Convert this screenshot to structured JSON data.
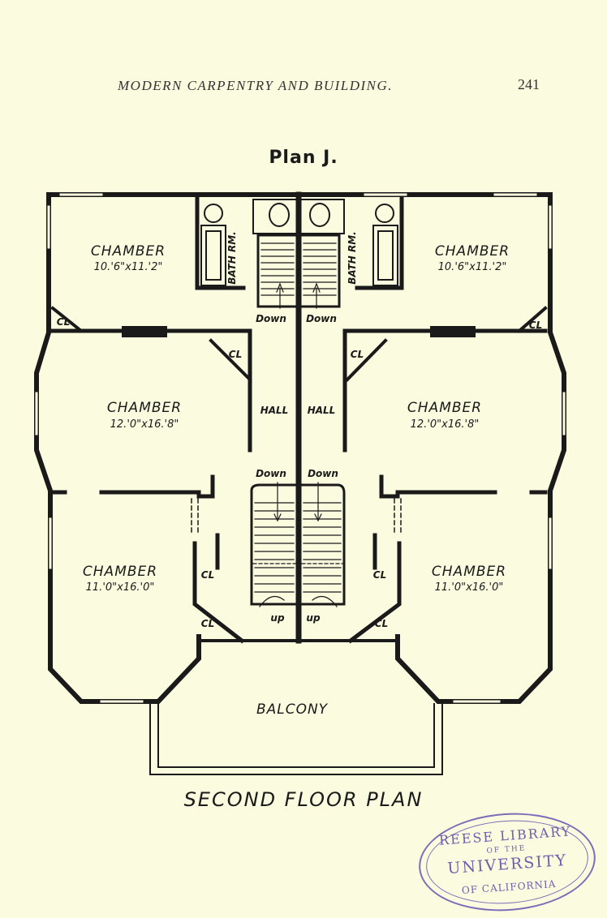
{
  "header": {
    "running_title": "MODERN CARPENTRY AND BUILDING.",
    "page_number": "241"
  },
  "plan_title": "Plan J.",
  "rooms": {
    "chamber_nw": {
      "name": "CHAMBER",
      "dims": "10.'6\"x11.'2\""
    },
    "chamber_ne": {
      "name": "CHAMBER",
      "dims": "10.'6\"x11.'2\""
    },
    "chamber_mw": {
      "name": "CHAMBER",
      "dims": "12.'0\"x16.'8\""
    },
    "chamber_me": {
      "name": "CHAMBER",
      "dims": "12.'0\"x16.'8\""
    },
    "chamber_sw": {
      "name": "CHAMBER",
      "dims": "11.'0\"x16.'0\""
    },
    "chamber_se": {
      "name": "CHAMBER",
      "dims": "11.'0\"x16.'0\""
    },
    "bath_w": "BATH RM.",
    "bath_e": "BATH RM.",
    "hall_w": "HALL",
    "hall_e": "HALL",
    "balcony": "BALCONY"
  },
  "stair_labels": {
    "down": "Down",
    "up": "up"
  },
  "closet_label": "CL",
  "caption": "SECOND FLOOR PLAN",
  "stamp": {
    "line1": "REESE LIBRARY",
    "line2": "OF THE",
    "line3": "UNIVERSITY",
    "line4": "OF CALIFORNIA"
  }
}
